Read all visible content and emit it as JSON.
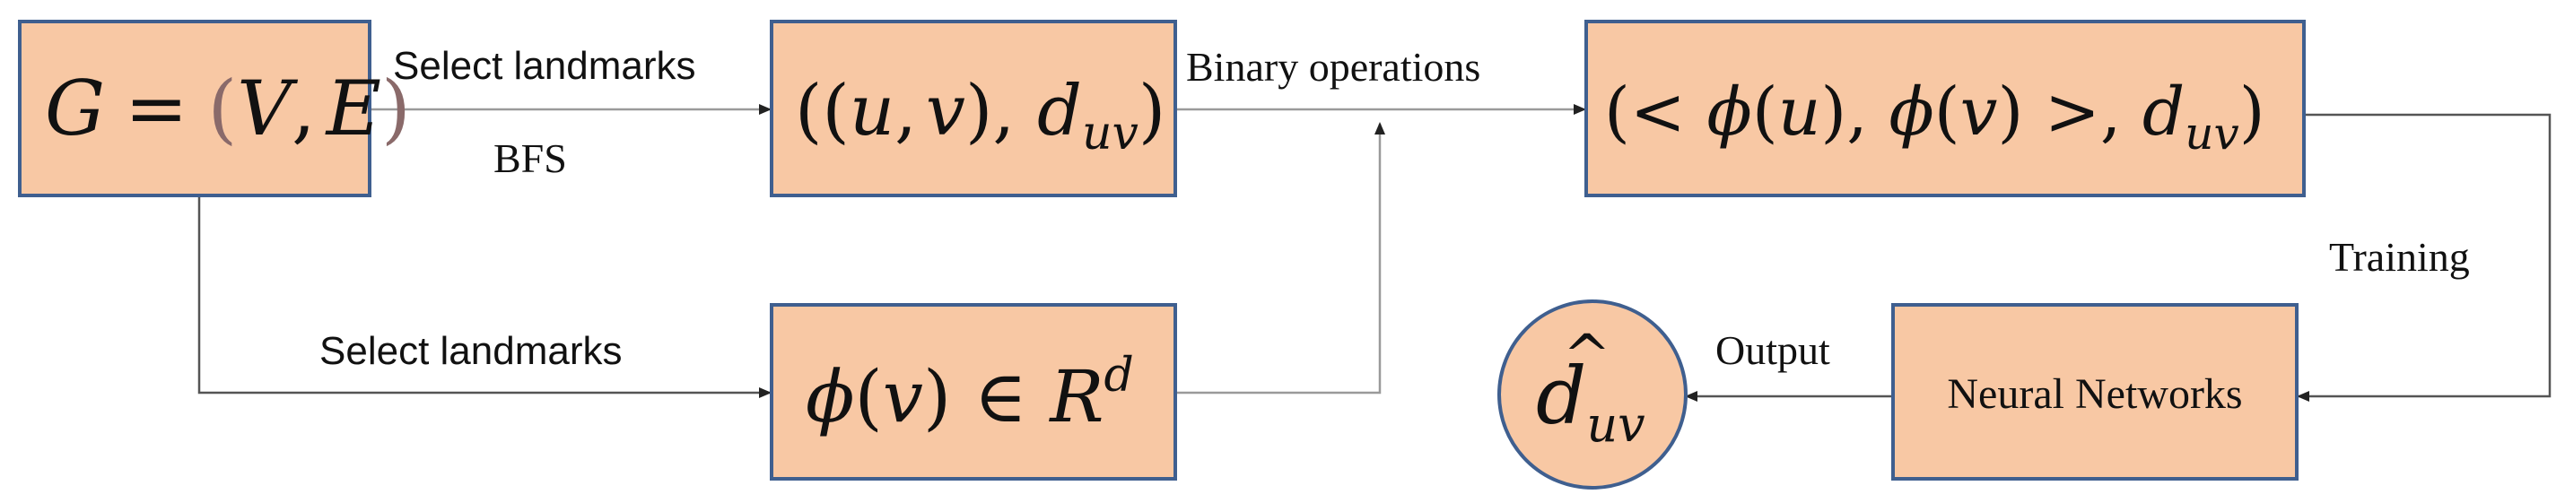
{
  "nodes": {
    "graph": {
      "G": "G",
      "eq": "=",
      "lparen": "(",
      "V": "V",
      "comma": ",",
      "E": "E",
      "rparen": ")"
    },
    "pair": {
      "open": "((",
      "u": "u",
      "comma1": ",",
      "v": "v",
      "mid": "), ",
      "d": "d",
      "sub": "uv",
      "close": ")"
    },
    "embed": {
      "phi": "ϕ",
      "open": "(",
      "v": "v",
      "close": ")",
      "in": " ∈ ",
      "R": "R",
      "sup": "d"
    },
    "binary": {
      "open": "(< ",
      "phi1": "ϕ",
      "u_open": "(",
      "u": "u",
      "u_close": ")",
      "comma1": ", ",
      "phi2": "ϕ",
      "v_open": "(",
      "v": "v",
      "v_close": ")",
      "gt": " >, ",
      "d": "d",
      "sub": "uv",
      "close": ")"
    },
    "nn": {
      "label": "Neural Networks"
    },
    "output": {
      "d": "d",
      "hat": "^",
      "sub": "uv"
    }
  },
  "edges": {
    "select_landmarks_top": "Select landmarks",
    "bfs": "BFS",
    "binary_operations": "Binary operations",
    "select_landmarks_bottom": "Select landmarks",
    "training": "Training",
    "output": "Output"
  },
  "colors": {
    "box_fill": "#f8c8a4",
    "box_stroke": "#3f5f8f",
    "arrow": "#9a9a9a"
  }
}
